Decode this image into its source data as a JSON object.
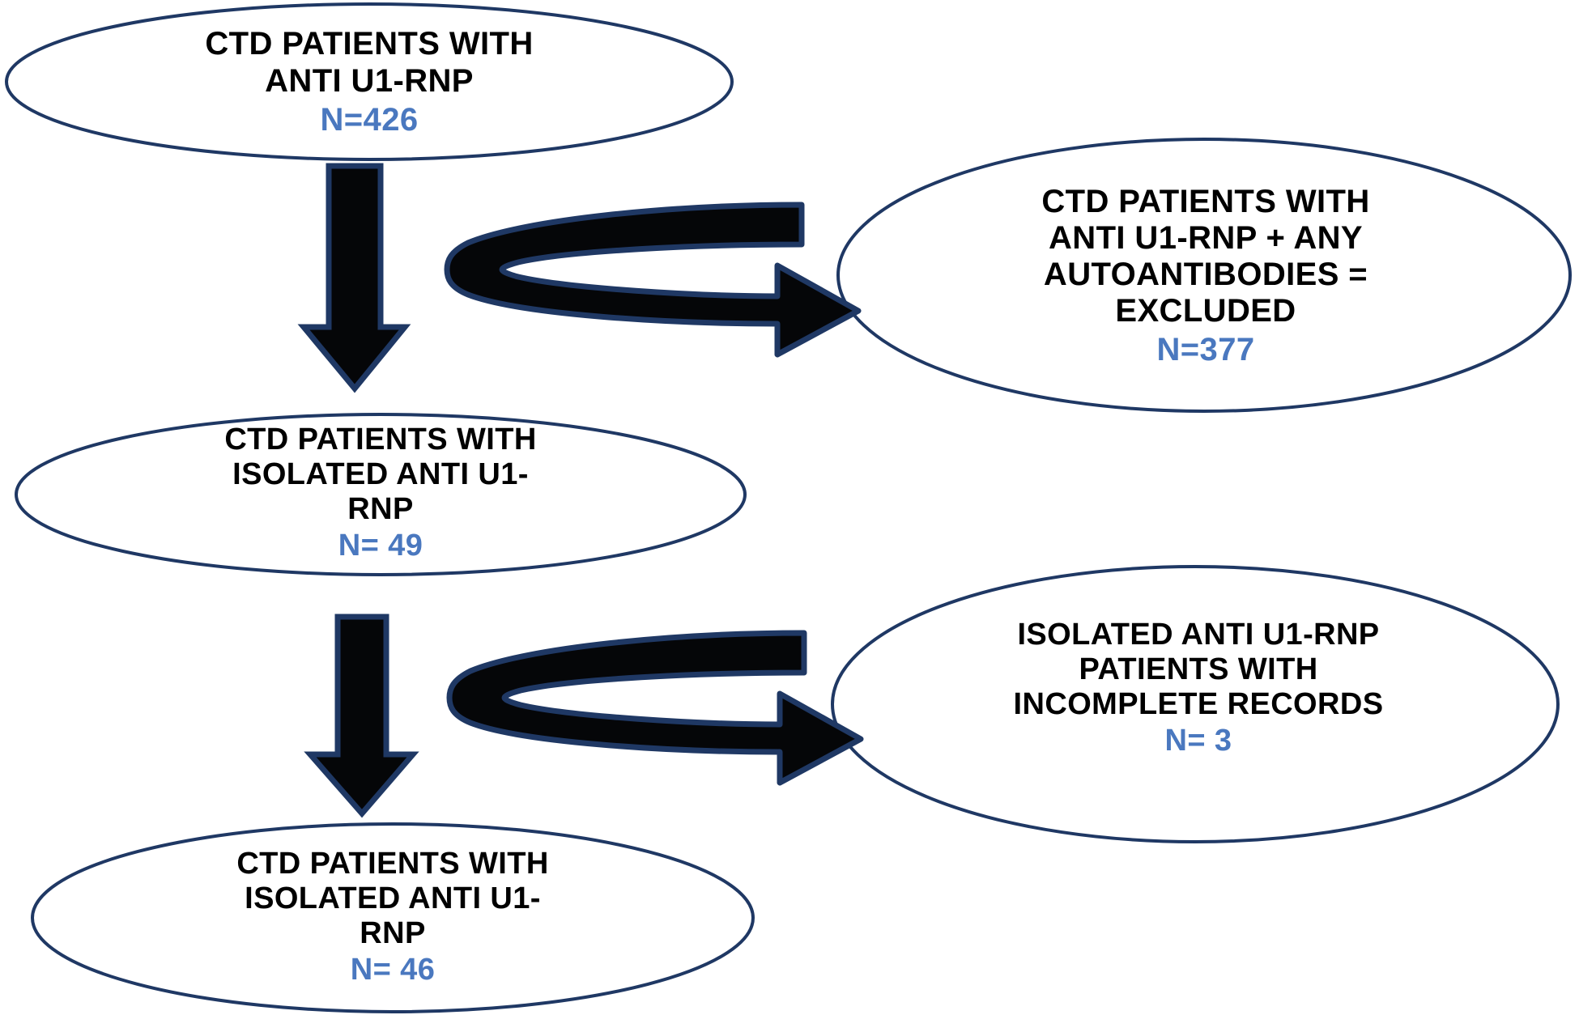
{
  "diagram": {
    "type": "flowchart",
    "title": "CTD patients with anti U1-RNP selection flow",
    "colors": {
      "ellipse_stroke": "#1F3864",
      "ellipse_fill": "#FFFFFF",
      "arrow_fill": "#050608",
      "arrow_stroke": "#1F3864",
      "title_text": "#000000",
      "count_text": "#4A78BF",
      "background": "#FFFFFF"
    },
    "nodes": [
      {
        "id": "node-all-ctd-anti-u1rnp",
        "name": "ctd-patients-with-anti-u1-rnp",
        "title": "CTD PATIENTS WITH\nANTI U1-RNP",
        "count_label": "N=426",
        "count_value": 426,
        "font_size": 40,
        "count_font_size": 40
      },
      {
        "id": "node-excluded-any-autoantibodies",
        "name": "ctd-patients-with-anti-u1-rnp-plus-any-autoantibodies-excluded",
        "title": "CTD PATIENTS WITH\nANTI U1-RNP + ANY\nAUTOANTIBODIES  =\nEXCLUDED",
        "count_label": "N=377",
        "count_value": 377,
        "font_size": 40,
        "count_font_size": 40
      },
      {
        "id": "node-isolated-anti-u1rnp",
        "name": "ctd-patients-with-isolated-anti-u1-rnp",
        "title": "CTD PATIENTS WITH\nISOLATED  ANTI U1-\nRNP",
        "count_label": "N= 49",
        "count_value": 49,
        "font_size": 38,
        "count_font_size": 38
      },
      {
        "id": "node-incomplete-records",
        "name": "isolated-anti-u1-rnp-patients-with-incomplete-records",
        "title": "ISOLATED  ANTI U1-RNP\nPATIENTS WITH\nINCOMPLETE RECORDS",
        "count_label": "N= 3",
        "count_value": 3,
        "font_size": 38,
        "count_font_size": 38
      },
      {
        "id": "node-final-cohort",
        "name": "ctd-patients-with-isolated-anti-u1-rnp-final",
        "title": "CTD PATIENTS WITH\nISOLATED  ANTI U1-\nRNP",
        "count_label": "N= 46",
        "count_value": 46,
        "font_size": 38,
        "count_font_size": 38
      }
    ],
    "edges": [
      {
        "id": "edge-1",
        "name": "down-arrow-cohort-to-isolated",
        "kind": "straight-down",
        "from": "node-all-ctd-anti-u1rnp",
        "to": "node-isolated-anti-u1rnp"
      },
      {
        "id": "edge-2",
        "name": "curved-arrow-to-excluded",
        "kind": "u-turn-right",
        "from": "node-all-ctd-anti-u1rnp",
        "to": "node-excluded-any-autoantibodies"
      },
      {
        "id": "edge-3",
        "name": "down-arrow-isolated-to-final",
        "kind": "straight-down",
        "from": "node-isolated-anti-u1rnp",
        "to": "node-final-cohort"
      },
      {
        "id": "edge-4",
        "name": "curved-arrow-to-incomplete-records",
        "kind": "u-turn-right",
        "from": "node-isolated-anti-u1rnp",
        "to": "node-incomplete-records"
      }
    ]
  }
}
